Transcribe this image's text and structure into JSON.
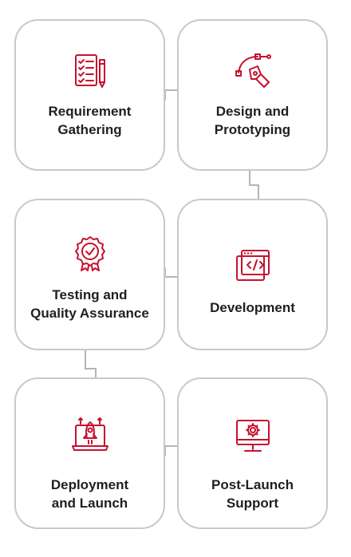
{
  "steps": [
    {
      "label": "Requirement\nGathering",
      "icon": "checklist-icon"
    },
    {
      "label": "Design and\nPrototyping",
      "icon": "pen-tool-icon"
    },
    {
      "label": "Testing and\nQuality Assurance",
      "icon": "quality-badge-icon"
    },
    {
      "label": "Development",
      "icon": "code-window-icon"
    },
    {
      "label": "Deployment\nand Launch",
      "icon": "rocket-laptop-icon"
    },
    {
      "label": "Post-Launch\nSupport",
      "icon": "monitor-gear-icon"
    }
  ],
  "colors": {
    "accent": "#c8102e",
    "card_border": "#c9c9c9",
    "connector": "#b5b5b5",
    "text": "#1f1f1f"
  }
}
